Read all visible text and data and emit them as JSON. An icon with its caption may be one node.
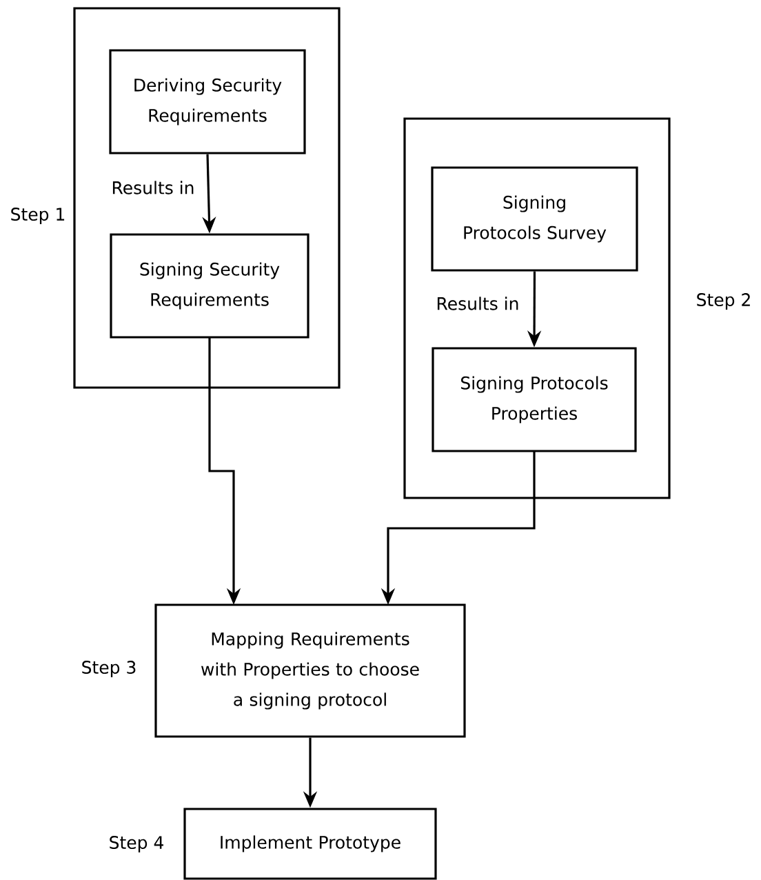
{
  "diagram": {
    "nodes": [
      {
        "text": [
          "Step 1"
        ]
      },
      {
        "text": [
          "Deriving Security Requirements"
        ],
        "in": 0
      },
      {
        "text": [
          "Signing Security Requirements"
        ],
        "in": 0
      },
      {
        "text": [
          "Step 2"
        ]
      },
      {
        "text": [
          "Signing Protocols Survey"
        ],
        "in": 3
      },
      {
        "text": [
          "Signing Protocols Properties"
        ],
        "in": 3
      },
      {
        "text": [
          "Mapping Requirements with Properties to choose a signing protocol"
        ],
        "beside": [
          "Step 3"
        ]
      },
      {
        "text": [
          "Implement Prototype"
        ],
        "beside": [
          "Step 4"
        ]
      }
    ],
    "edges": [
      {
        "from": 1,
        "to": 2,
        "arrow": "to",
        "label": "Results in"
      },
      {
        "from": 4,
        "to": 5,
        "arrow": "to",
        "label": "Results in"
      },
      {
        "from": 2,
        "to": 6,
        "arrow": "to"
      },
      {
        "from": 5,
        "to": 6,
        "arrow": "to"
      },
      {
        "from": 6,
        "to": 7,
        "arrow": "to"
      }
    ]
  }
}
